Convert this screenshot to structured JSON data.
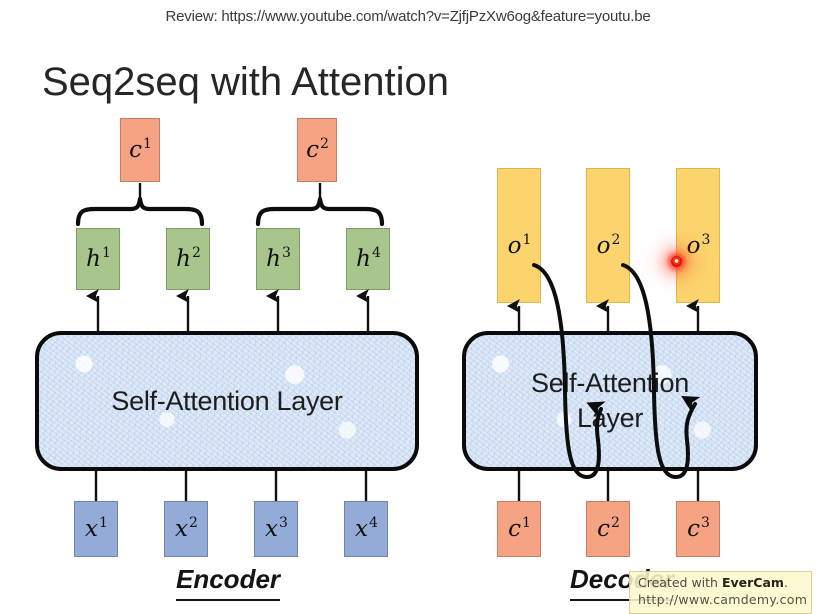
{
  "header": {
    "review_line": "Review: https://www.youtube.com/watch?v=ZjfjPzXw6og&feature=youtu.be"
  },
  "title": "Seq2seq with Attention",
  "encoder": {
    "caption": "Encoder",
    "layer_label": "Self-Attention Layer",
    "context_vectors": [
      {
        "base": "c",
        "sup": "1"
      },
      {
        "base": "c",
        "sup": "2"
      }
    ],
    "hidden_states": [
      {
        "base": "h",
        "sup": "1"
      },
      {
        "base": "h",
        "sup": "2"
      },
      {
        "base": "h",
        "sup": "3"
      },
      {
        "base": "h",
        "sup": "4"
      }
    ],
    "inputs": [
      {
        "base": "x",
        "sup": "1"
      },
      {
        "base": "x",
        "sup": "2"
      },
      {
        "base": "x",
        "sup": "3"
      },
      {
        "base": "x",
        "sup": "4"
      }
    ]
  },
  "decoder": {
    "caption": "Decoder",
    "layer_label_line1": "Self-Attention",
    "layer_label_line2": "Layer",
    "outputs": [
      {
        "base": "o",
        "sup": "1"
      },
      {
        "base": "o",
        "sup": "2"
      },
      {
        "base": "o",
        "sup": "3"
      }
    ],
    "inputs": [
      {
        "base": "c",
        "sup": "1"
      },
      {
        "base": "c",
        "sup": "2"
      },
      {
        "base": "c",
        "sup": "3"
      }
    ]
  },
  "watermark": {
    "line1_prefix": "Created with ",
    "line1_brand": "EverCam",
    "line1_suffix": ".",
    "line2": "http://www.camdemy.com"
  },
  "colors": {
    "context_orange": "#f6a383",
    "hidden_green": "#a8c68b",
    "input_blue": "#94abd7",
    "output_yellow": "#fbd46d",
    "layer_blue": "#dfeaf8",
    "laser_red": "#ff2a12"
  }
}
